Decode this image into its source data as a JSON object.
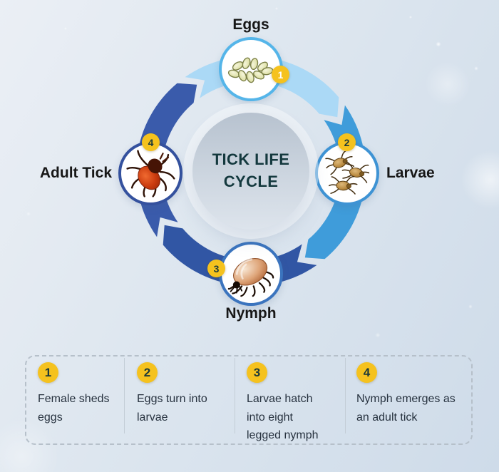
{
  "diagram": {
    "title": "TICK LIFE CYCLE",
    "stages": [
      {
        "label": "Eggs",
        "badge": "1"
      },
      {
        "label": "Larvae",
        "badge": "2"
      },
      {
        "label": "Nymph",
        "badge": "3"
      },
      {
        "label": "Adult Tick",
        "badge": "4"
      }
    ]
  },
  "legend": {
    "steps": [
      {
        "num": "1",
        "text": "Female sheds eggs"
      },
      {
        "num": "2",
        "text": "Eggs turn into larvae"
      },
      {
        "num": "3",
        "text": "Larvae hatch into eight legged nymph"
      },
      {
        "num": "4",
        "text": "Nymph emerges as an adult tick"
      }
    ]
  },
  "colors": {
    "arc_top_eggs": "#ABD9F6",
    "arc_right_larvae": "#3F9CDA",
    "arc_bottom_nymph": "#3156A4",
    "arc_left_adult": "#3A5BAB",
    "badge_yellow": "#F5C21E",
    "title_teal": "#14393E"
  }
}
